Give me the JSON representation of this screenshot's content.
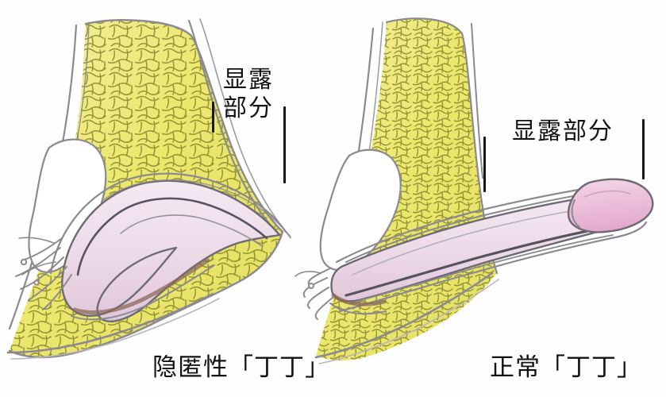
{
  "figure": {
    "title_visible": false,
    "background_color": "#fefefe",
    "panels": [
      {
        "id": "left-panel",
        "caption": "隐匿性「丁丁」",
        "annotation_label": "显露部分",
        "annotation_label_lines": [
          "显露",
          "部分"
        ],
        "condition": "buried",
        "description_visible": false
      },
      {
        "id": "right-panel",
        "caption": "正常「丁丁」",
        "annotation_label": "显露部分",
        "annotation_label_lines": [
          "显露部分"
        ],
        "condition": "normal",
        "description_visible": false
      }
    ]
  },
  "colors": {
    "fat_fill": "#ece86e",
    "fat_fill_light": "#f2efa2",
    "fat_outline": "#8d8b33",
    "shaft_fill": "#eddcea",
    "shaft_fill_deep": "#e3c8dd",
    "glans_fill": "#edbfdb",
    "skin_outline": "#8c8a90",
    "dark_outline": "#4a4750",
    "root_brown": "#8a6a5a",
    "text": "#121212",
    "tick": "#171717",
    "background": "#fefefe"
  },
  "tick_marks": [
    {
      "id": "left-inner-tick",
      "panel": "left-panel"
    },
    {
      "id": "left-outer-tick",
      "panel": "left-panel"
    },
    {
      "id": "right-inner-tick",
      "panel": "right-panel"
    },
    {
      "id": "right-outer-tick",
      "panel": "right-panel"
    }
  ]
}
